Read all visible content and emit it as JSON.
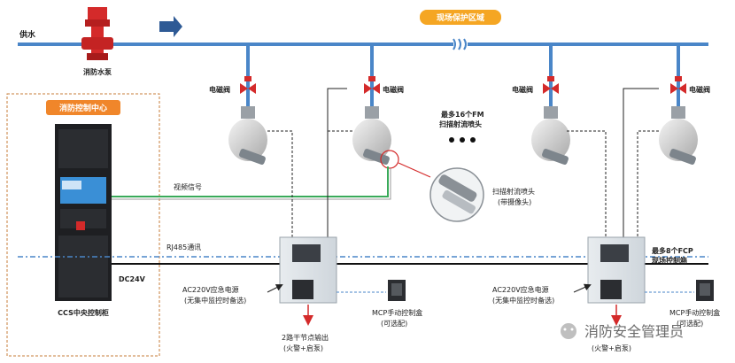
{
  "pipe": {
    "supply_label": "供水",
    "pump_label": "消防水泵",
    "zone_label": "现场保护区域"
  },
  "valves": {
    "label": "电磁阀"
  },
  "nozzle_note": {
    "line1": "最多16个FM",
    "line2": "扫描射流喷头"
  },
  "nozzle_callout": {
    "line1": "扫描射流喷头",
    "line2": "(带摄像头)"
  },
  "control_center": {
    "title": "消防控制中心",
    "cabinet_label": "CCS中央控制柜",
    "dc_label": "DC24V"
  },
  "signals": {
    "video": "视频信号",
    "rs485": "RJ485通讯"
  },
  "power_left": {
    "line1": "AC220V应急电源",
    "line2": "(无集中监控时备选)"
  },
  "power_right": {
    "line1": "AC220V应急电源",
    "line2": "(无集中监控时备选)"
  },
  "mcp_left": {
    "line1": "MCP手动控制盒",
    "line2": "(可选配)"
  },
  "mcp_right": {
    "line1": "MCP手动控制盒",
    "line2": "(可选配)"
  },
  "output_left": {
    "line1": "2路干节点输出",
    "line2": "(火警+启泵)"
  },
  "output_right": {
    "line2": "(火警+启泵)"
  },
  "fcp_note": {
    "line1": "最多8个FCP",
    "line2": "现场控制箱"
  },
  "watermark": "消防安全管理员",
  "colors": {
    "pipe": "#4a86c8",
    "pump": "#d42a2a",
    "arrow": "#2e5a95",
    "zone_badge": "#f5a623",
    "title_badge": "#f0862a",
    "video": "#3aaa5a",
    "rs485": "#4a86c8",
    "output_arrow": "#d42a2a"
  }
}
